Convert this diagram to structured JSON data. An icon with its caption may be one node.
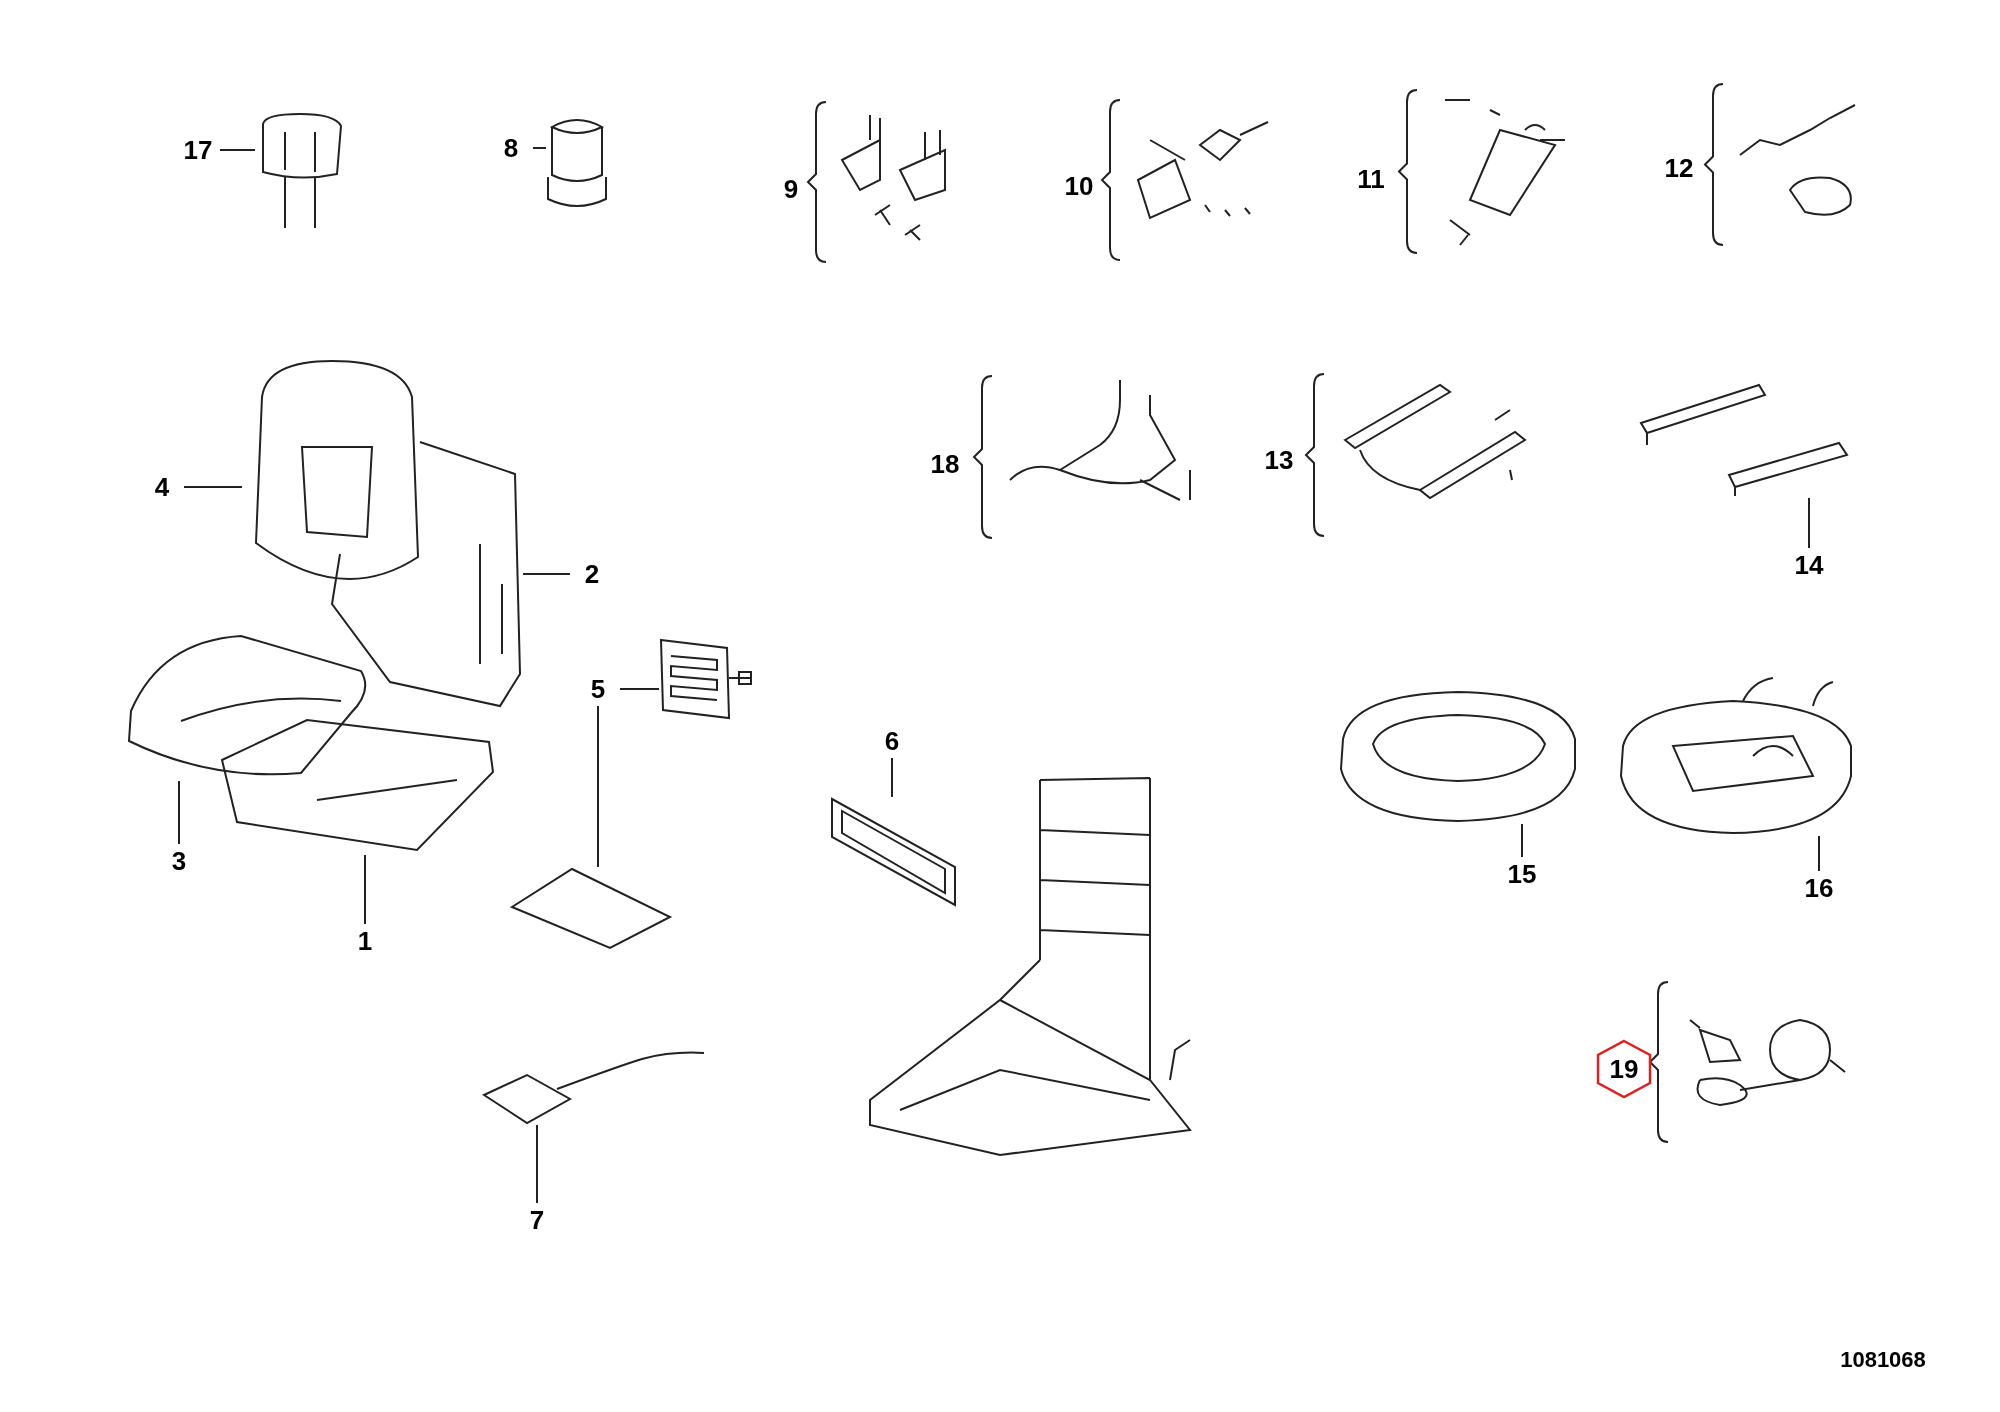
{
  "diagram": {
    "nodes": [
      {
        "text": [
          "17"
        ]
      },
      {
        "text": [],
        "shape": "picture"
      },
      {
        "text": [
          "8"
        ]
      },
      {
        "text": [],
        "shape": "picture"
      },
      {
        "text": [
          "4"
        ]
      },
      {
        "text": [],
        "shape": "picture"
      },
      {
        "text": [
          "2"
        ]
      },
      {
        "text": [],
        "shape": "picture"
      },
      {
        "text": [
          "3"
        ]
      },
      {
        "text": [],
        "shape": "picture"
      },
      {
        "text": [
          "5"
        ]
      },
      {
        "text": [],
        "shape": "picture"
      },
      {
        "text": [],
        "shape": "picture"
      },
      {
        "text": [
          "1"
        ]
      },
      {
        "text": [],
        "shape": "picture"
      },
      {
        "text": [
          "6"
        ]
      },
      {
        "text": [],
        "shape": "picture"
      },
      {
        "text": [
          "14"
        ]
      },
      {
        "text": [],
        "shape": "picture"
      },
      {
        "text": [
          "15"
        ]
      },
      {
        "text": [],
        "shape": "picture"
      },
      {
        "text": [
          "16"
        ]
      },
      {
        "text": [],
        "shape": "picture"
      },
      {
        "text": [
          "7"
        ]
      },
      {
        "text": [],
        "shape": "picture"
      }
    ],
    "edges": [
      {
        "from": 0,
        "to": 1,
        "arrow": "none"
      },
      {
        "from": 2,
        "to": 3,
        "arrow": "none"
      },
      {
        "from": 4,
        "to": 5,
        "arrow": "none"
      },
      {
        "from": 6,
        "to": 7,
        "arrow": "none"
      },
      {
        "from": 8,
        "to": 9,
        "arrow": "none"
      },
      {
        "from": 13,
        "to": 14,
        "arrow": "none"
      },
      {
        "from": 10,
        "to": 11,
        "arrow": "none"
      },
      {
        "from": 10,
        "to": 12,
        "arrow": "none"
      },
      {
        "from": 15,
        "to": 16,
        "arrow": "none"
      },
      {
        "from": 23,
        "to": 24,
        "arrow": "none"
      },
      {
        "from": 17,
        "to": 18,
        "arrow": "none"
      },
      {
        "from": 19,
        "to": 20,
        "arrow": "none"
      },
      {
        "from": 21,
        "to": 22,
        "arrow": "none"
      }
    ],
    "labels": [
      "9",
      "10",
      "11",
      "12",
      "18",
      "13",
      "19",
      "1081068"
    ]
  }
}
